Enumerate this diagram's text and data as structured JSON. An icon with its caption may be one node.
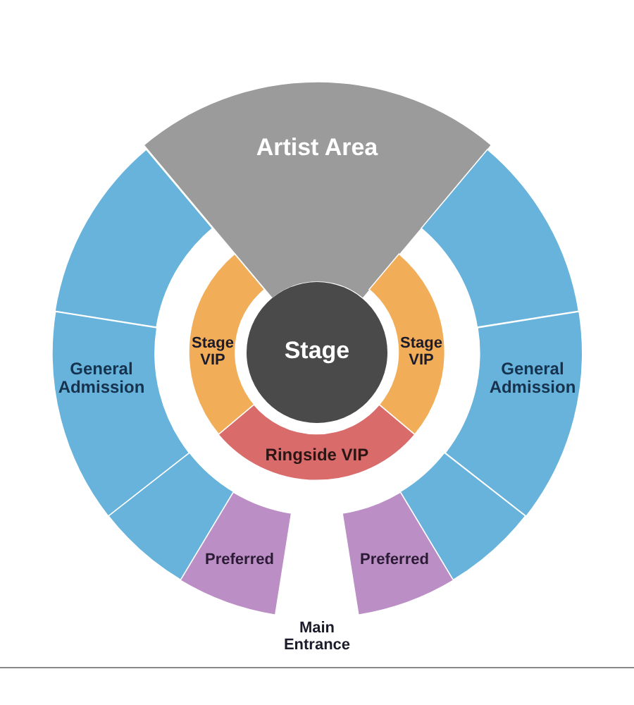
{
  "diagram": {
    "nodes": [
      {
        "text": [
          "Artist Area"
        ]
      },
      {
        "text": [],
        "shape": "sector"
      },
      {
        "text": [],
        "shape": "sector"
      },
      {
        "text": [
          "Stage VIP"
        ]
      },
      {
        "text": [
          "Stage"
        ]
      },
      {
        "text": [
          "Stage VIP"
        ]
      },
      {
        "text": [
          "General Admission"
        ]
      },
      {
        "text": [
          "General Admission"
        ]
      },
      {
        "text": [
          "Ringside VIP"
        ]
      },
      {
        "text": [],
        "shape": "sector"
      },
      {
        "text": [],
        "shape": "sector"
      },
      {
        "text": [
          "Preferred"
        ]
      },
      {
        "text": [
          "Preferred"
        ]
      }
    ],
    "edges": [],
    "labels": [
      "Main Entrance"
    ]
  }
}
